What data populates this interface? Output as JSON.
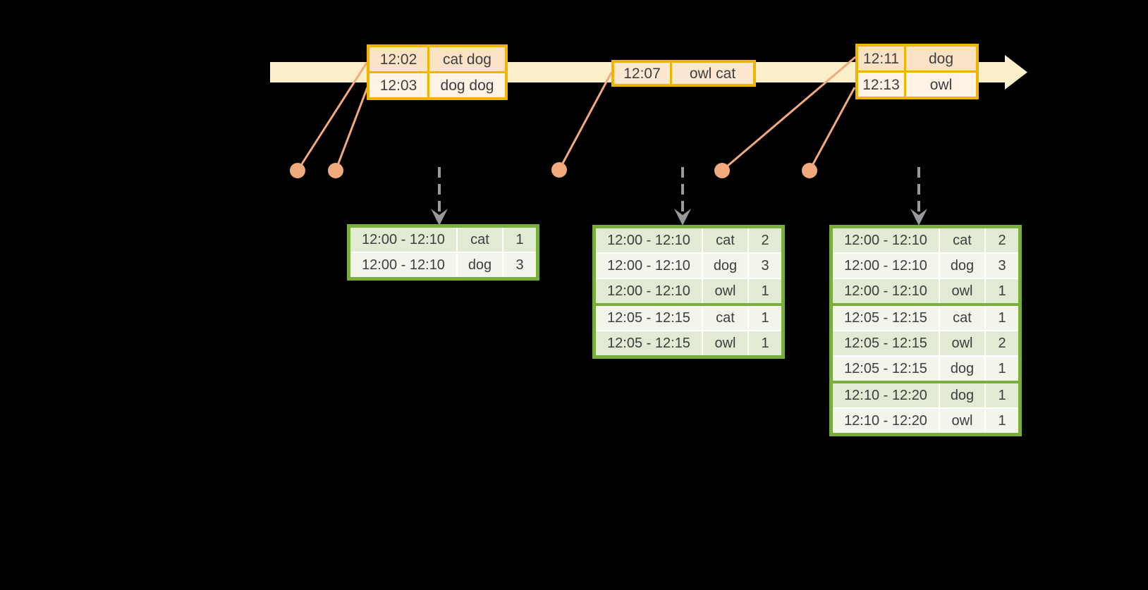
{
  "diagram": {
    "kind": "streaming-windowed-word-count",
    "colors": {
      "background": "#000000",
      "timeline_band": "#FBEFC9",
      "event_table_border": "#F0B400",
      "event_row_dark": "#FAE2C6",
      "event_row_light": "#FDF2E3",
      "event_single_row": "#FCE8D2",
      "connector_and_dots": "#F1A97E",
      "trigger_arrow": "#999999",
      "result_table_border": "#79AE3D",
      "result_row_dark": "#E1EAD3",
      "result_row_light": "#F1F5EB",
      "text": "#3E3E3E"
    }
  },
  "event_tables": [
    {
      "rows": [
        {
          "time": "12:02",
          "words": "cat dog"
        },
        {
          "time": "12:03",
          "words": "dog dog"
        }
      ]
    },
    {
      "rows": [
        {
          "time": "12:07",
          "words": "owl cat"
        }
      ]
    },
    {
      "rows": [
        {
          "time": "12:11",
          "words": "dog"
        },
        {
          "time": "12:13",
          "words": "owl"
        }
      ]
    }
  ],
  "result_tables": [
    {
      "rows": [
        {
          "window": "12:00 - 12:10",
          "word": "cat",
          "count": "1"
        },
        {
          "window": "12:00 - 12:10",
          "word": "dog",
          "count": "3"
        }
      ]
    },
    {
      "rows": [
        {
          "window": "12:00 - 12:10",
          "word": "cat",
          "count": "2"
        },
        {
          "window": "12:00 - 12:10",
          "word": "dog",
          "count": "3"
        },
        {
          "window": "12:00 - 12:10",
          "word": "owl",
          "count": "1"
        },
        {
          "window": "12:05 - 12:15",
          "word": "cat",
          "count": "1"
        },
        {
          "window": "12:05 - 12:15",
          "word": "owl",
          "count": "1"
        }
      ]
    },
    {
      "rows": [
        {
          "window": "12:00 - 12:10",
          "word": "cat",
          "count": "2"
        },
        {
          "window": "12:00 - 12:10",
          "word": "dog",
          "count": "3"
        },
        {
          "window": "12:00 - 12:10",
          "word": "owl",
          "count": "1"
        },
        {
          "window": "12:05 - 12:15",
          "word": "cat",
          "count": "1"
        },
        {
          "window": "12:05 - 12:15",
          "word": "owl",
          "count": "2"
        },
        {
          "window": "12:05 - 12:15",
          "word": "dog",
          "count": "1"
        },
        {
          "window": "12:10 - 12:20",
          "word": "dog",
          "count": "1"
        },
        {
          "window": "12:10 - 12:20",
          "word": "owl",
          "count": "1"
        }
      ]
    }
  ]
}
